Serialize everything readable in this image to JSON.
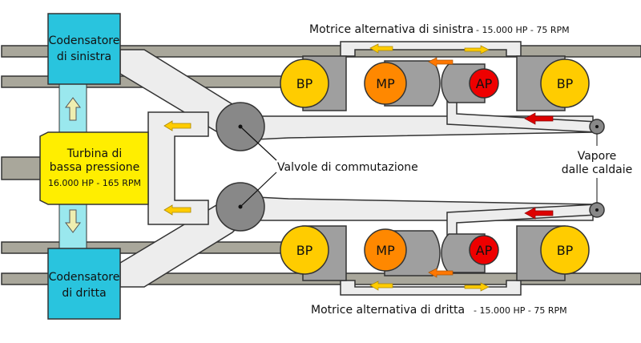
{
  "colors": {
    "condenser": "#29c4de",
    "turbine": "#ffee00",
    "pipe": "#ededed",
    "shaft": "#a9a79b",
    "valve": "#888888",
    "cylinder_body": "#9f9f9f",
    "bp": "#ffcc00",
    "mp": "#ff8800",
    "ap": "#ee0000",
    "arrow_yellow": "#ffcc00",
    "arrow_orange": "#ff7700",
    "arrow_red": "#dd0000",
    "arrow_up_fill": "#eeeeb0",
    "cooling_channel": "#9ae8ee"
  },
  "labels": {
    "engine_top_name": "Motrice alternativa di sinistra",
    "engine_top_spec": "- 15.000 HP - 75 RPM",
    "engine_bottom_name": "Motrice alternativa di dritta",
    "engine_bottom_spec": "- 15.000 HP - 75 RPM",
    "condenser_left_line1": "Codensatore",
    "condenser_left_line2": "di sinistra",
    "condenser_right_line1": "Codensatore",
    "condenser_right_line2": "di dritta",
    "turbine_line1": "Turbina di",
    "turbine_line2": "bassa pressione",
    "turbine_spec": "16.000 HP - 165 RPM",
    "valves": "Valvole di commutazione",
    "steam_line1": "Vapore",
    "steam_line2": "dalle caldaie"
  },
  "cylinders": {
    "bp": "BP",
    "mp": "MP",
    "ap": "AP"
  },
  "icons": {
    "flow_arrow": "flow-arrow-icon",
    "valve": "valve-icon"
  }
}
